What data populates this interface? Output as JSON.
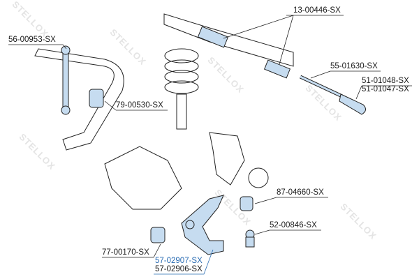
{
  "watermark": "STELLOX",
  "labels": {
    "tie_rod_rack": "13-00446-SX",
    "stabilizer_link": "56-00953-SX",
    "tie_rod_axial": "55-01630-SX",
    "tie_rod_end_right": "51-01048-SX",
    "tie_rod_end_left": "51-01047-SX",
    "stabilizer_bushing": "79-00530-SX",
    "arm_bushing_rear": "87-04660-SX",
    "ball_joint": "52-00846-SX",
    "arm_bushing_front": "77-00170-SX",
    "control_arm_right": "57-02907-SX",
    "control_arm_left": "57-02906-SX"
  },
  "colors": {
    "part_fill": "#c6dcf0",
    "highlight": "#2a6cb3",
    "outline": "#222222"
  }
}
